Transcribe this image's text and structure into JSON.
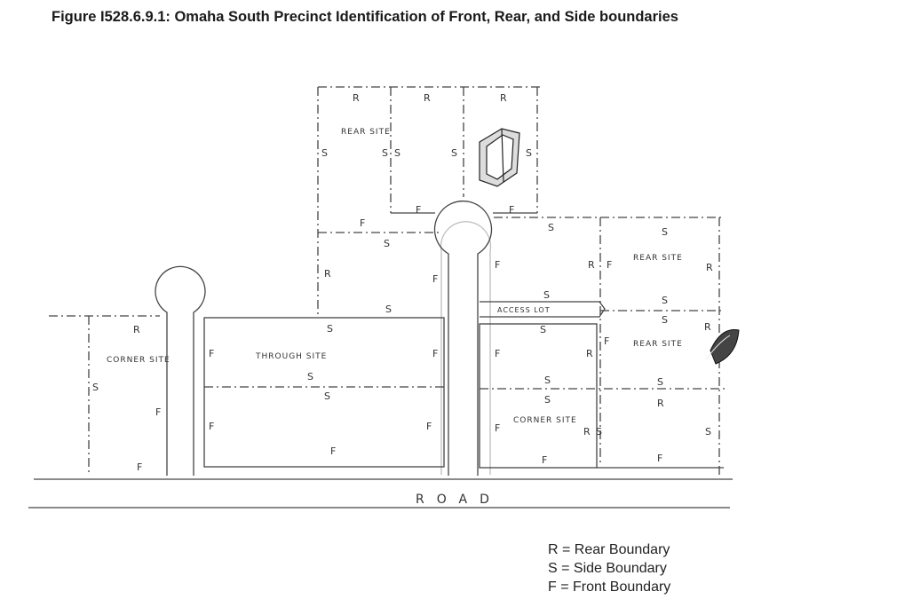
{
  "figure": {
    "title": "Figure I528.6.9.1: Omaha South Precinct Identification of Front, Rear, and Side boundaries"
  },
  "sites": {
    "rear_site_top": "REAR SITE",
    "rear_site_right_upper": "REAR SITE",
    "rear_site_right_lower": "REAR SITE",
    "corner_site_left": "CORNER SITE",
    "corner_site_right": "CORNER SITE",
    "through_site": "THROUGH SITE",
    "access_lot": "ACCESS LOT",
    "road": "ROAD"
  },
  "boundary_marks": {
    "rear": "R",
    "side": "S",
    "front": "F"
  },
  "legend": [
    "R = Rear Boundary",
    "S = Side Boundary",
    "F = Front Boundary"
  ]
}
